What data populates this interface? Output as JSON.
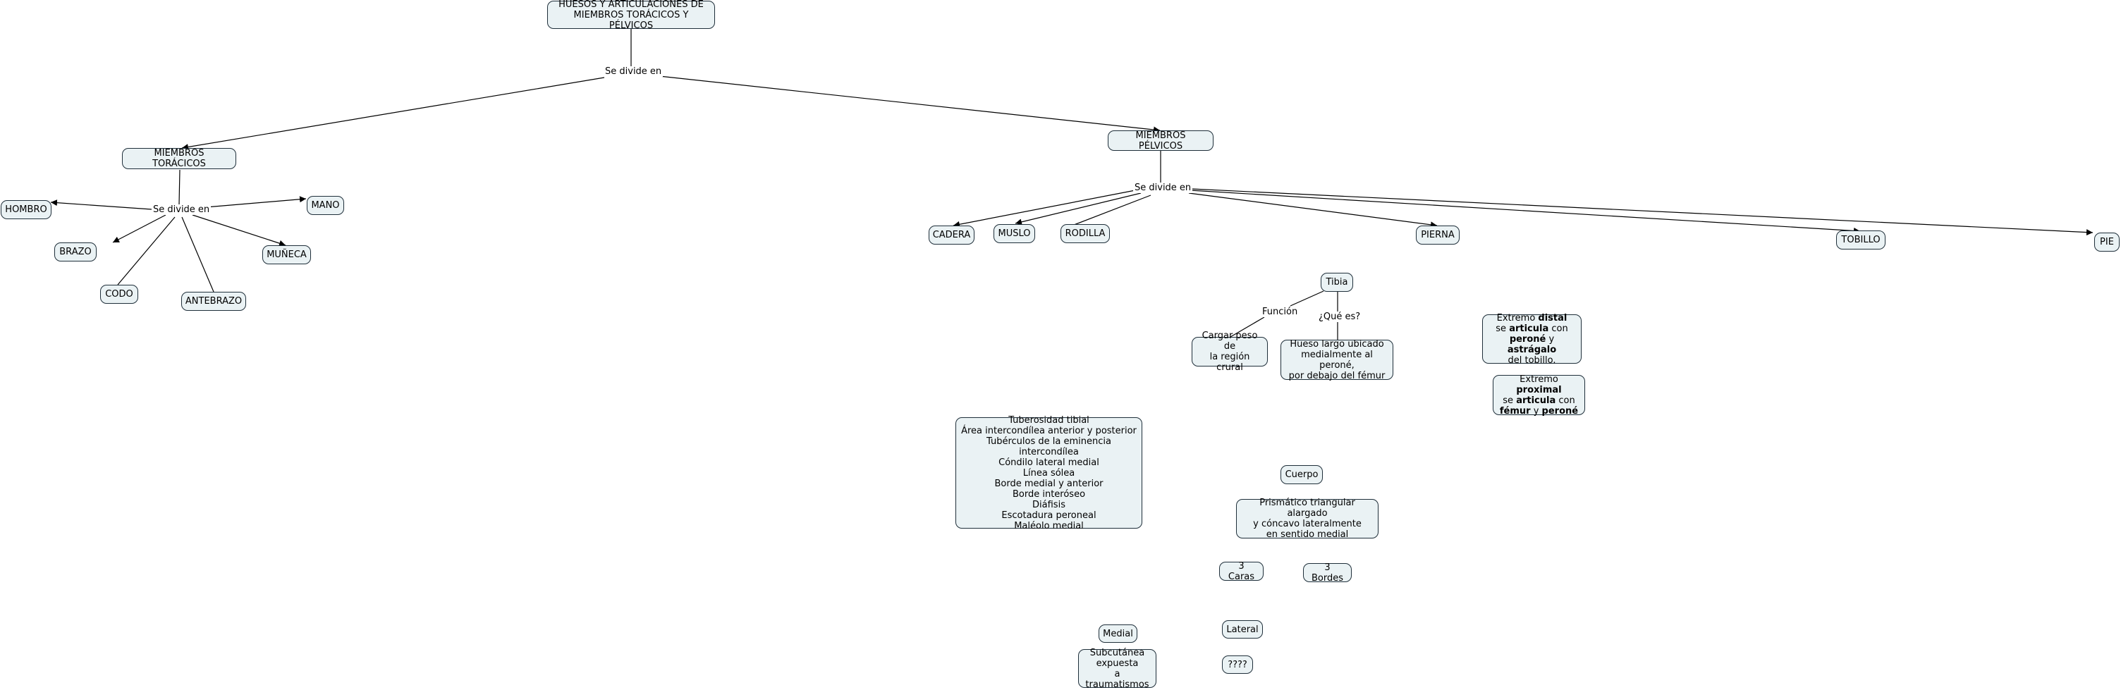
{
  "title_node": [
    "HUESOS Y ARTICULACIONES DE",
    "MIEMBROS TORÁCICOS Y PÉLVICOS"
  ],
  "link_labels": {
    "root": "Se divide en",
    "toracicos": "Se divide en",
    "pelvicos": "Se divide en",
    "funcion": "Función",
    "que_es": "¿Qué es?"
  },
  "toracicos": {
    "label": "MIEMBROS TORÁCICOS",
    "parts": {
      "hombro": "HOMBRO",
      "mano": "MANO",
      "brazo": "BRAZO",
      "muneca": "MUÑECA",
      "codo": "CODO",
      "antebrazo": "ANTEBRAZO"
    }
  },
  "pelvicos": {
    "label": "MIEMBROS PÉLVICOS",
    "parts": {
      "cadera": "CADERA",
      "muslo": "MUSLO",
      "rodilla": "RODILLA",
      "pierna": "PIERNA",
      "tobillo": "TOBILLO",
      "pie": "PIE"
    }
  },
  "tibia": {
    "label": "Tibia",
    "funcion": [
      "Cargar peso de",
      "la región crural"
    ],
    "definicion": [
      "Hueso largo ubicado",
      "medialmente al peroné,",
      "por debajo del fémur"
    ],
    "extremo_distal": [
      [
        {
          "t": "Extremo "
        },
        {
          "t": "distal",
          "b": true
        }
      ],
      [
        {
          "t": "se "
        },
        {
          "t": "articula",
          "b": true
        },
        {
          "t": " con"
        }
      ],
      [
        {
          "t": "peroné",
          "b": true
        },
        {
          "t": " y "
        },
        {
          "t": "astrágalo",
          "b": true
        }
      ],
      [
        {
          "t": "del tobillo."
        }
      ]
    ],
    "extremo_proximal": [
      [
        {
          "t": "Extremo "
        },
        {
          "t": "proximal",
          "b": true
        }
      ],
      [
        {
          "t": "se "
        },
        {
          "t": "articula",
          "b": true
        },
        {
          "t": " con"
        }
      ],
      [
        {
          "t": "fémur",
          "b": true
        },
        {
          "t": " y "
        },
        {
          "t": "peroné",
          "b": true
        }
      ]
    ],
    "accidentes": [
      "Tuberosidad tibial",
      "Área intercondílea anterior y posterior",
      "Tubérculos de la eminencia intercondílea",
      "Cóndilo lateral medial",
      "Línea sólea",
      "Borde medial y anterior",
      "Borde interóseo",
      "Diáfisis",
      "Escotadura peroneal",
      "Maléolo medial"
    ],
    "cuerpo": "Cuerpo",
    "cuerpo_forma": [
      "Prismático triangular alargado",
      "y cóncavo lateralmente",
      "en sentido medial"
    ],
    "caras": "3 Caras",
    "bordes": "3 Bordes",
    "medial": "Medial",
    "medial_desc": [
      "Subcutánea",
      "expuesta",
      "a traumatismos"
    ],
    "lateral": "Lateral",
    "lateral_desc": "????"
  }
}
